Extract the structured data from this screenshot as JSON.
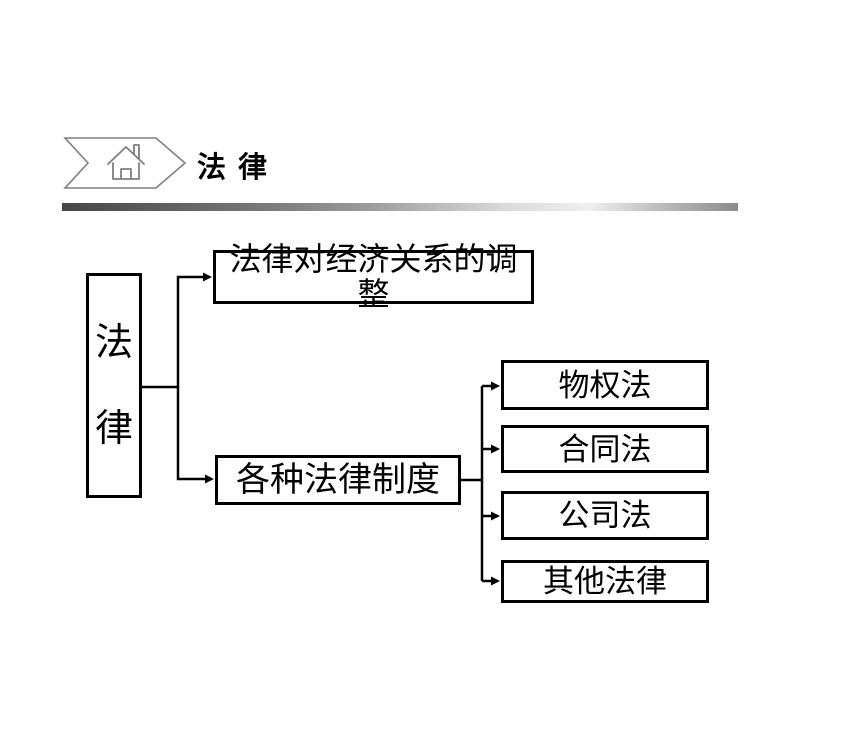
{
  "header": {
    "title": "法 律",
    "home_icon": "home-icon",
    "divider_colors": {
      "left": "#474747",
      "middle": "#efefef",
      "right": "#8c8c8c"
    }
  },
  "diagram": {
    "root": {
      "chars": [
        "法",
        "律"
      ]
    },
    "branches": {
      "top": {
        "lines": [
          "法律对经济关系的调",
          "整"
        ]
      },
      "bottom": {
        "label": "各种法律制度"
      }
    },
    "leaves": [
      "物权法",
      "合同法",
      "公司法",
      "其他法律"
    ],
    "line_color": "#000000",
    "box_border_color": "#000000"
  }
}
